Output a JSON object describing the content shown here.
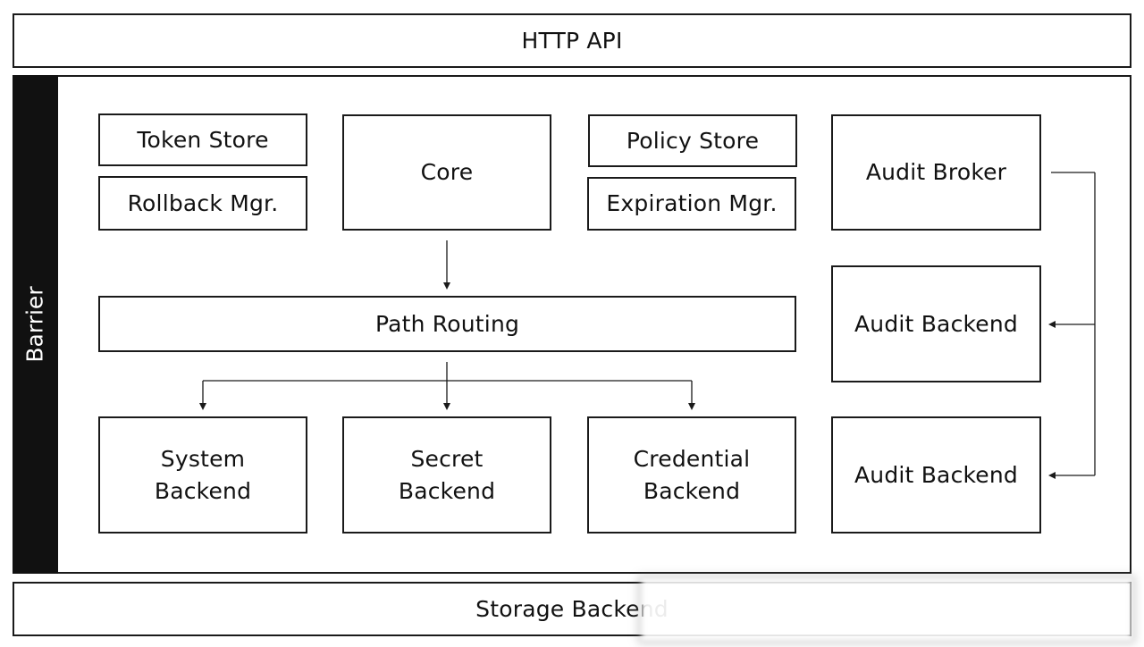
{
  "diagram": {
    "http_api": "HTTP API",
    "barrier": "Barrier",
    "token_store": "Token Store",
    "rollback_mgr": "Rollback Mgr.",
    "core": "Core",
    "policy_store": "Policy Store",
    "expiration_mgr": "Expiration Mgr.",
    "audit_broker": "Audit Broker",
    "path_routing": "Path Routing",
    "audit_backend_1": "Audit Backend",
    "audit_backend_2": "Audit Backend",
    "system_backend": {
      "line1": "System",
      "line2": "Backend"
    },
    "secret_backend": {
      "line1": "Secret",
      "line2": "Backend"
    },
    "credential_backend": {
      "line1": "Credential",
      "line2": "Backend"
    },
    "storage_backend": "Storage Backend"
  },
  "colors": {
    "stroke": "#1a1a1a",
    "barrier_fill": "#111111",
    "background": "#ffffff"
  }
}
